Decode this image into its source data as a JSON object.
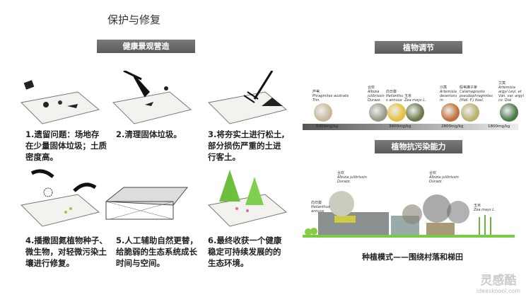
{
  "title": "保护与修复",
  "left": {
    "banner": "健康景观营造",
    "steps": [
      "1.遗留问题：场地存在少量固体垃圾；土质密度高。",
      "2.清理固体垃圾。",
      "3.将夯实土进行松土,部分损伤严重的土进行客土。",
      "4.播撒固氮植物种子、微生物，对轻微污染土壤进行修复。",
      "5.人工辅助自然更替，给脆弱的生态系统成长时间与空间。",
      "6.最终收获一个健康稳定可持续发展的的生态环境。"
    ]
  },
  "right": {
    "banner1": "植物调节",
    "plants": [
      {
        "cn": "芦苇",
        "latin": "Phragmites australis Trin.",
        "color": "#c8b89a"
      },
      {
        "cn": "合欢",
        "latin": "Albizia julibrissin Durazz.",
        "color": "#9a9a88"
      },
      {
        "cn": "向日葵",
        "latin": "Helianthus annuus",
        "color": "#e8c040"
      },
      {
        "cn": "玉米",
        "latin": "Zea mays L.",
        "color": "#6a7a4a"
      },
      {
        "cn": "沙蒿",
        "latin": "Artemisia desertorum",
        "color": "#c0703a"
      },
      {
        "cn": "假苇拂子茅",
        "latin": "Calamagrostis pseudophragmites (Hall. F.) Koel.",
        "color": "#b8b070"
      },
      {
        "cn": "艾蒿",
        "latin": "Artemisia argyi Levl. et Van. var. argyi cv. Qiai",
        "color": "#4a7a4a"
      }
    ],
    "concentrations": [
      "8000mg/kg",
      "3800mg/kg",
      "2800mg/kg",
      "1800mg/kg"
    ],
    "banner2": "植物抗污染能力",
    "section_labels": [
      {
        "cn": "合欢",
        "latin": "Albizia julibrissin Durazz."
      },
      {
        "cn": "合欢",
        "latin": "Albizia julibrissin Durazz."
      },
      {
        "cn": "向日葵",
        "latin": "Helianthus annuus"
      },
      {
        "cn": "玉米",
        "latin": "Zea mays L."
      }
    ],
    "caption": "种植模式——围绕村落和梯田"
  },
  "logo": {
    "cn": "灵感酷",
    "url": "ideaskoool.com"
  }
}
